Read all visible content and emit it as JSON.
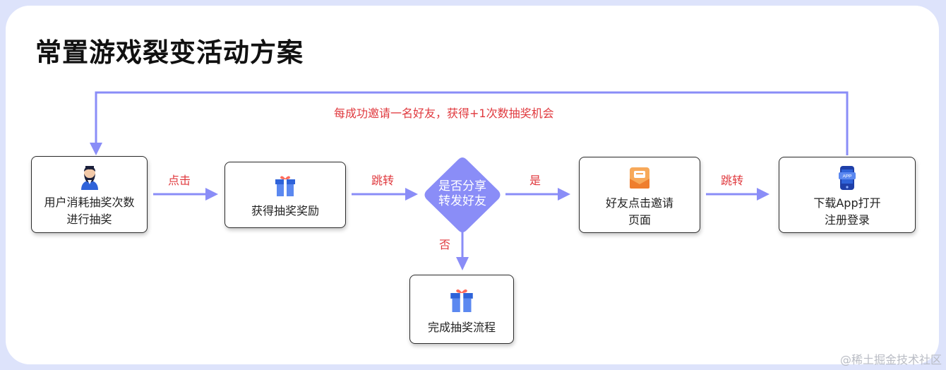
{
  "title": "常置游戏裂变活动方案",
  "nodes": {
    "consume": {
      "line1": "用户消耗抽奖次数",
      "line2": "进行抽奖",
      "icon": "user-avatar-icon"
    },
    "reward": {
      "label": "获得抽奖奖励",
      "icon": "gift-icon"
    },
    "decision": {
      "line1": "是否分享",
      "line2": "转发好友"
    },
    "invite_page": {
      "line1": "好友点击邀请",
      "line2": "页面",
      "icon": "envelope-icon"
    },
    "download": {
      "line1": "下载App打开",
      "line2": "注册登录",
      "icon": "app-phone-icon",
      "icon_text": "APP"
    },
    "finish": {
      "label": "完成抽奖流程",
      "icon": "gift-icon"
    }
  },
  "edges": {
    "click": "点击",
    "jump1": "跳转",
    "yes": "是",
    "jump2": "跳转",
    "no": "否",
    "loop": "每成功邀请一名好友，获得+1次数抽奖机会"
  },
  "watermark": "@稀土掘金技术社区",
  "colors": {
    "arrow": "#8a8df7",
    "diamond": "#8a8df7",
    "edge_text": "#e0393e",
    "frame_bg": "#dde3fb"
  }
}
